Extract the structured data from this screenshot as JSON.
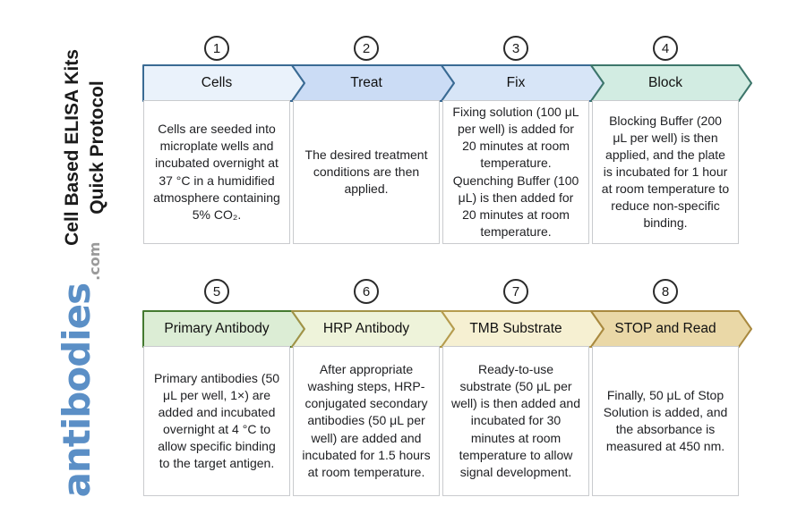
{
  "sidebar": {
    "title_line1": "Cell Based ELISA Kits",
    "title_line2": "Quick Protocol",
    "brand_name": "antibodies",
    "brand_tld": ".com",
    "brand_color": "#5b8fc6",
    "tld_color": "#9a9a9a"
  },
  "diagram": {
    "steps": [
      {
        "number": "1",
        "label": "Cells",
        "fill": "#eaf2fb",
        "border": "#3a6b94",
        "description": "Cells are seeded into microplate wells and incubated overnight at 37 °C in a humidified atmosphere containing 5% CO₂."
      },
      {
        "number": "2",
        "label": "Treat",
        "fill": "#cbdcf5",
        "border": "#3a6b94",
        "description": "The desired treatment conditions are then applied."
      },
      {
        "number": "3",
        "label": "Fix",
        "fill": "#d7e5f7",
        "border": "#3a6b94",
        "description": "Fixing solution (100 μL per well) is added for 20 minutes at room temperature. Quenching Buffer (100 μL) is then added for 20 minutes at room temperature."
      },
      {
        "number": "4",
        "label": "Block",
        "fill": "#d2ece2",
        "border": "#3d766b",
        "description": "Blocking Buffer (200 μL per well) is then applied, and the plate is incubated for 1 hour at room temperature to reduce non-specific binding."
      },
      {
        "number": "5",
        "label": "Primary Antibody",
        "fill": "#dcedd5",
        "border": "#447a30",
        "description": "Primary antibodies (50 μL per well, 1×) are added and incubated overnight at 4 °C to allow specific binding to the target antigen."
      },
      {
        "number": "6",
        "label": "HRP Antibody",
        "fill": "#eef3da",
        "border": "#a29347",
        "description": "After appropriate washing steps, HRP-conjugated secondary antibodies (50 μL per well) are added and incubated for 1.5 hours at room temperature."
      },
      {
        "number": "7",
        "label": "TMB Substrate",
        "fill": "#f6f0d2",
        "border": "#b69c4e",
        "description": "Ready-to-use substrate (50 μL per well) is then added and incubated for 30 minutes at room temperature to allow signal development."
      },
      {
        "number": "8",
        "label": "STOP and Read",
        "fill": "#ead8a7",
        "border": "#a9893f",
        "description": "Finally, 50 μL of Stop Solution is added, and the absorbance is measured at 450 nm."
      }
    ]
  }
}
